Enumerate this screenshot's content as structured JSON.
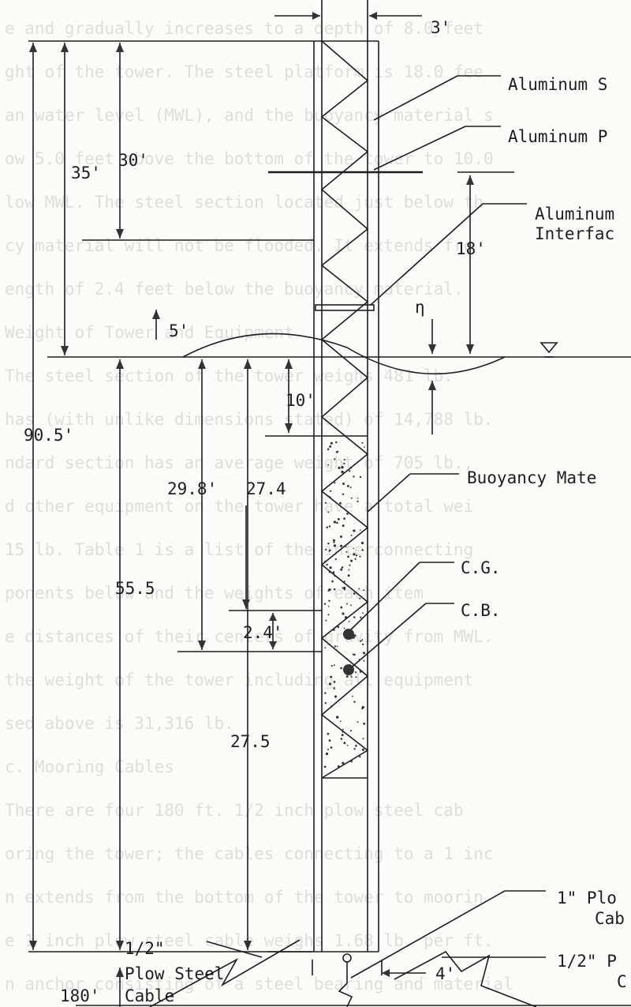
{
  "background_text": [
    "e and gradually increases to a depth of 8.0 feet",
    "ght of the tower. The steel platform is 18.0 fee",
    "an water level (MWL), and the buoyancy material s",
    "ow 5.0 feet above the bottom of the tower to 10.0",
    "low MWL. The steel section located just below th",
    "cy material will not be flooded. It extends fro",
    "ength of 2.4 feet below the buoyancy material.",
    "Weight of Tower and Equipment",
    "The steel section of the tower weighs 481 lb.",
    "has (with unlike dimensions stated) of 14,788 lb.",
    "ndard section has an average weight of 705 lb.,",
    "d other equipment on the tower have a total wei",
    "15 lb. Table 1 is a list of the interconnecting",
    "ponents below and the weights of each item",
    "e distances of their centers of gravity from MWL.",
    "the weight of the tower including all equipment",
    "sed above is 31,316 lb.",
    "c. Mooring Cables",
    "There are four 180 ft. 1/2 inch plow steel cab",
    "oring the tower; the cables connecting to a 1 inc",
    "n extends from the bottom of the tower to moorin",
    "e 1 inch plow steel cable weighs 1.68 lb. per ft.",
    "n anchor consisting of a steel bearing and material"
  ],
  "labels": {
    "width_top": "3'",
    "aluminum_s": "Aluminum S",
    "aluminum_p": "Aluminum P",
    "aluminum_i_1": "Aluminum",
    "aluminum_i_2": "Interfac",
    "dim_35": "35'",
    "dim_30": "30'",
    "dim_18": "18'",
    "dim_5": "5'",
    "eta": "η",
    "dim_10": "10'",
    "dim_90_5": "90.5'",
    "buoyancy": "Buoyancy Mate",
    "dim_29_8": "29.8'",
    "dim_27_4": "27.4",
    "cg": "C.G.",
    "cb": "C.B.",
    "dim_55_5": "55.5",
    "dim_2_4": "2.4'",
    "dim_27_5": "27.5",
    "plow_1_1": "1\" Plo",
    "plow_1_2": "Cab",
    "half_inch": "1/2\"",
    "plow_steel": "Plow Steel",
    "dim_180": "180'",
    "cable": "Cable",
    "dim_4": "4'",
    "half_plow_1": "1/2\" P",
    "half_plow_2": "C"
  }
}
